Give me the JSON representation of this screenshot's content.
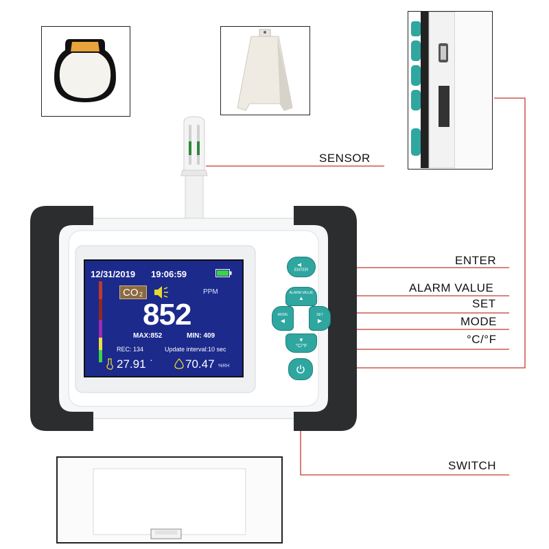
{
  "callouts": {
    "sensor": "SENSOR",
    "enter": "ENTER",
    "alarm_value": "ALARM VALUE",
    "set": "SET",
    "mode": "MODE",
    "unit": "°C/°F",
    "switch": "SWITCH"
  },
  "screen": {
    "date": "12/31/2019",
    "time": "19:06:59",
    "gas": "CO",
    "gas_sub": "2",
    "unit": "PPM",
    "reading": "852",
    "max": "MAX:852",
    "min": "MIN: 409",
    "rec": "REC: 134",
    "interval": "Update interval:10 sec",
    "temperature": "27.91",
    "temperature_mark": "·",
    "humidity": "70.47",
    "humidity_unit": "%RH"
  },
  "buttons": {
    "enter": "ENTER",
    "alarm_value": "ALARM VALUE",
    "mode": "MODE",
    "set": "SET",
    "unit": "°C/°F"
  },
  "icons": {
    "speaker": "speaker-icon",
    "battery": "battery-icon",
    "power": "power-icon"
  },
  "colors": {
    "button_teal": "#2fa6a0",
    "screen_blue": "#1c2a8c",
    "callout_line": "#c0392b"
  }
}
